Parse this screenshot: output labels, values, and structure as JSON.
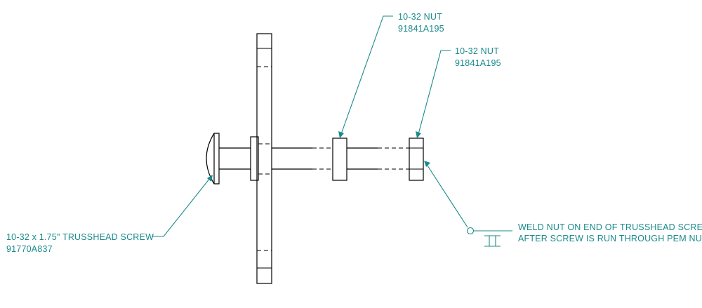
{
  "annotations": {
    "nut_top": {
      "line1": "10-32 NUT",
      "line2": "91841A195"
    },
    "nut_right": {
      "line1": "10-32 NUT",
      "line2": "91841A195"
    },
    "screw": {
      "line1": "10-32 x 1.75\" TRUSSHEAD SCREW",
      "line2": "91770A837"
    },
    "weld": {
      "line1": "WELD NUT ON END OF TRUSSHEAD SCREW",
      "line2": "AFTER SCREW IS RUN THROUGH PEM NUT"
    }
  },
  "colors": {
    "annotation": "#1a8a8a",
    "linework": "#000000",
    "background": "#ffffff"
  }
}
